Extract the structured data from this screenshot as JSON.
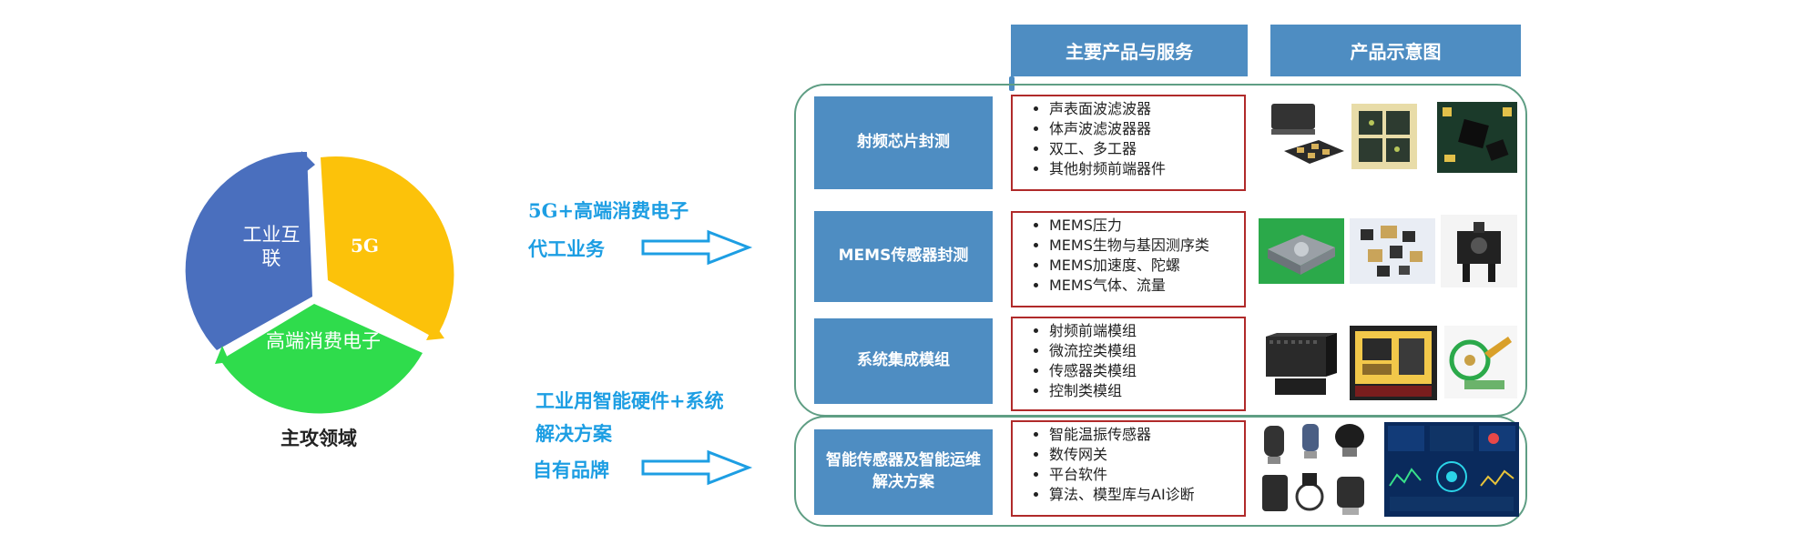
{
  "pie": {
    "segments": [
      {
        "label": "工业互联",
        "color": "#4a6fbe"
      },
      {
        "label": "5G",
        "color": "#fcc20a"
      },
      {
        "label": "高端消费电子",
        "color": "#2fdc4c"
      }
    ],
    "caption": "主攻领域"
  },
  "left_labels": {
    "consumer_line1": "5G+高端消费电子",
    "consumer_line2": "代工业务",
    "industrial_line1": "工业用智能硬件+系统",
    "industrial_line2": "解决方案",
    "industrial_line3": "自有品牌"
  },
  "headers": {
    "products": "主要产品与服务",
    "images": "产品示意图"
  },
  "categories": [
    {
      "name": "射频芯片封测",
      "items": [
        "声表面波滤波器",
        "体声波滤波器器",
        "双工、多工器",
        "其他射频前端器件"
      ]
    },
    {
      "name": "MEMS传感器封测",
      "items": [
        "MEMS压力",
        "MEMS生物与基因测序类",
        "MEMS加速度、陀螺",
        "MEMS气体、流量"
      ]
    },
    {
      "name": "系统集成模组",
      "items": [
        "射频前端模组",
        "微流控类模组",
        "传感器类模组",
        "控制类模组"
      ]
    },
    {
      "name": "智能传感器及智能运维解决方案",
      "items": [
        "智能温振传感器",
        "数传网关",
        "平台软件",
        "算法、模型库与AI诊断"
      ]
    }
  ],
  "colors": {
    "header_bg": "#4e8dc2",
    "list_border": "#b02a2a",
    "group_border": "#5f9e84",
    "arrow": "#1d9ee3",
    "label_text": "#1d9ee3"
  }
}
